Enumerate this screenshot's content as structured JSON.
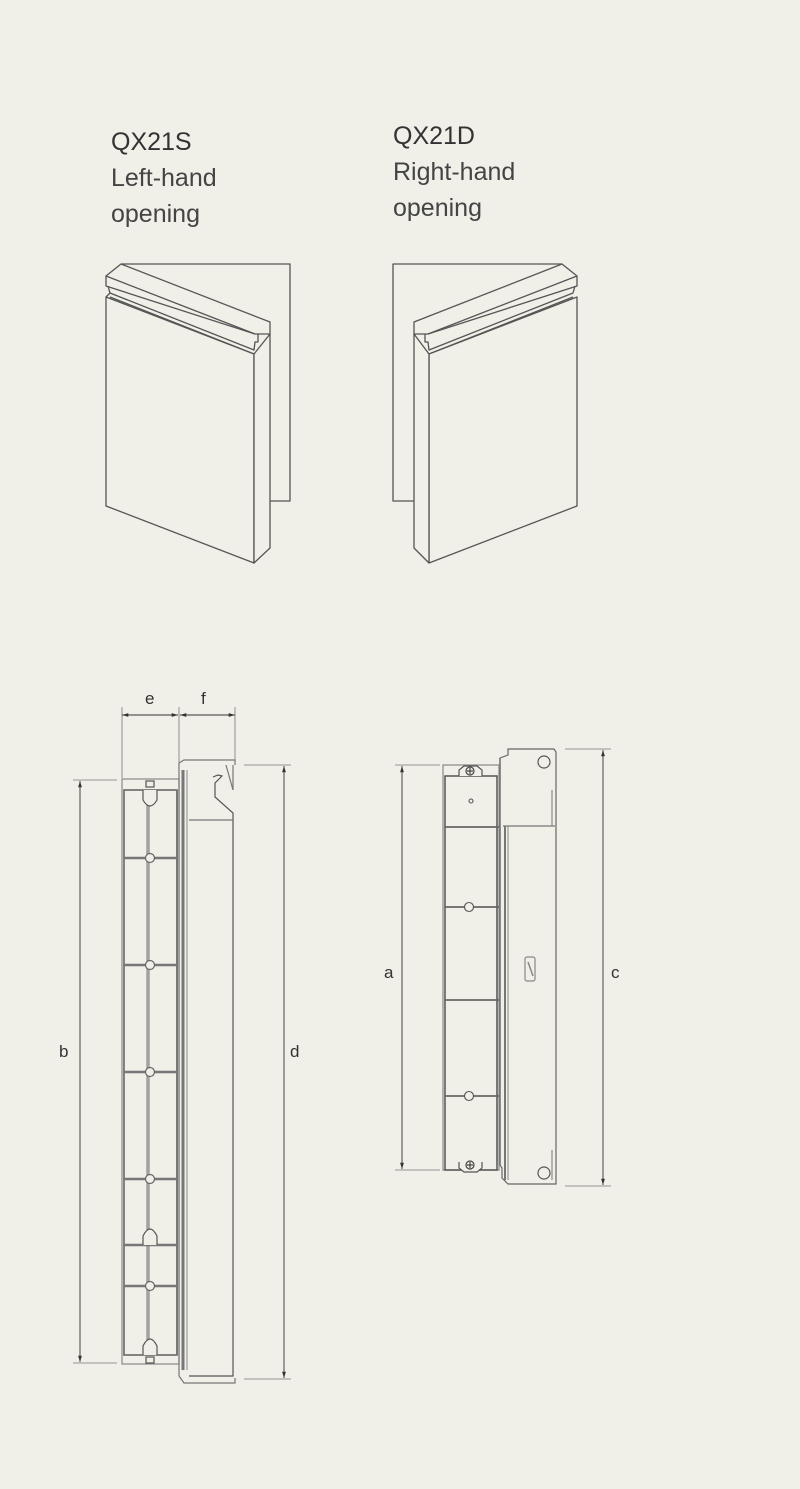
{
  "products": [
    {
      "model": "QX21S",
      "description_line1": "Left-hand",
      "description_line2": "opening"
    },
    {
      "model": "QX21D",
      "description_line1": "Right-hand",
      "description_line2": "opening"
    }
  ],
  "dimensions": {
    "a": "a",
    "b": "b",
    "c": "c",
    "d": "d",
    "e": "e",
    "f": "f"
  },
  "colors": {
    "background": "#f0efe8",
    "line": "#555555",
    "text": "#333333"
  }
}
